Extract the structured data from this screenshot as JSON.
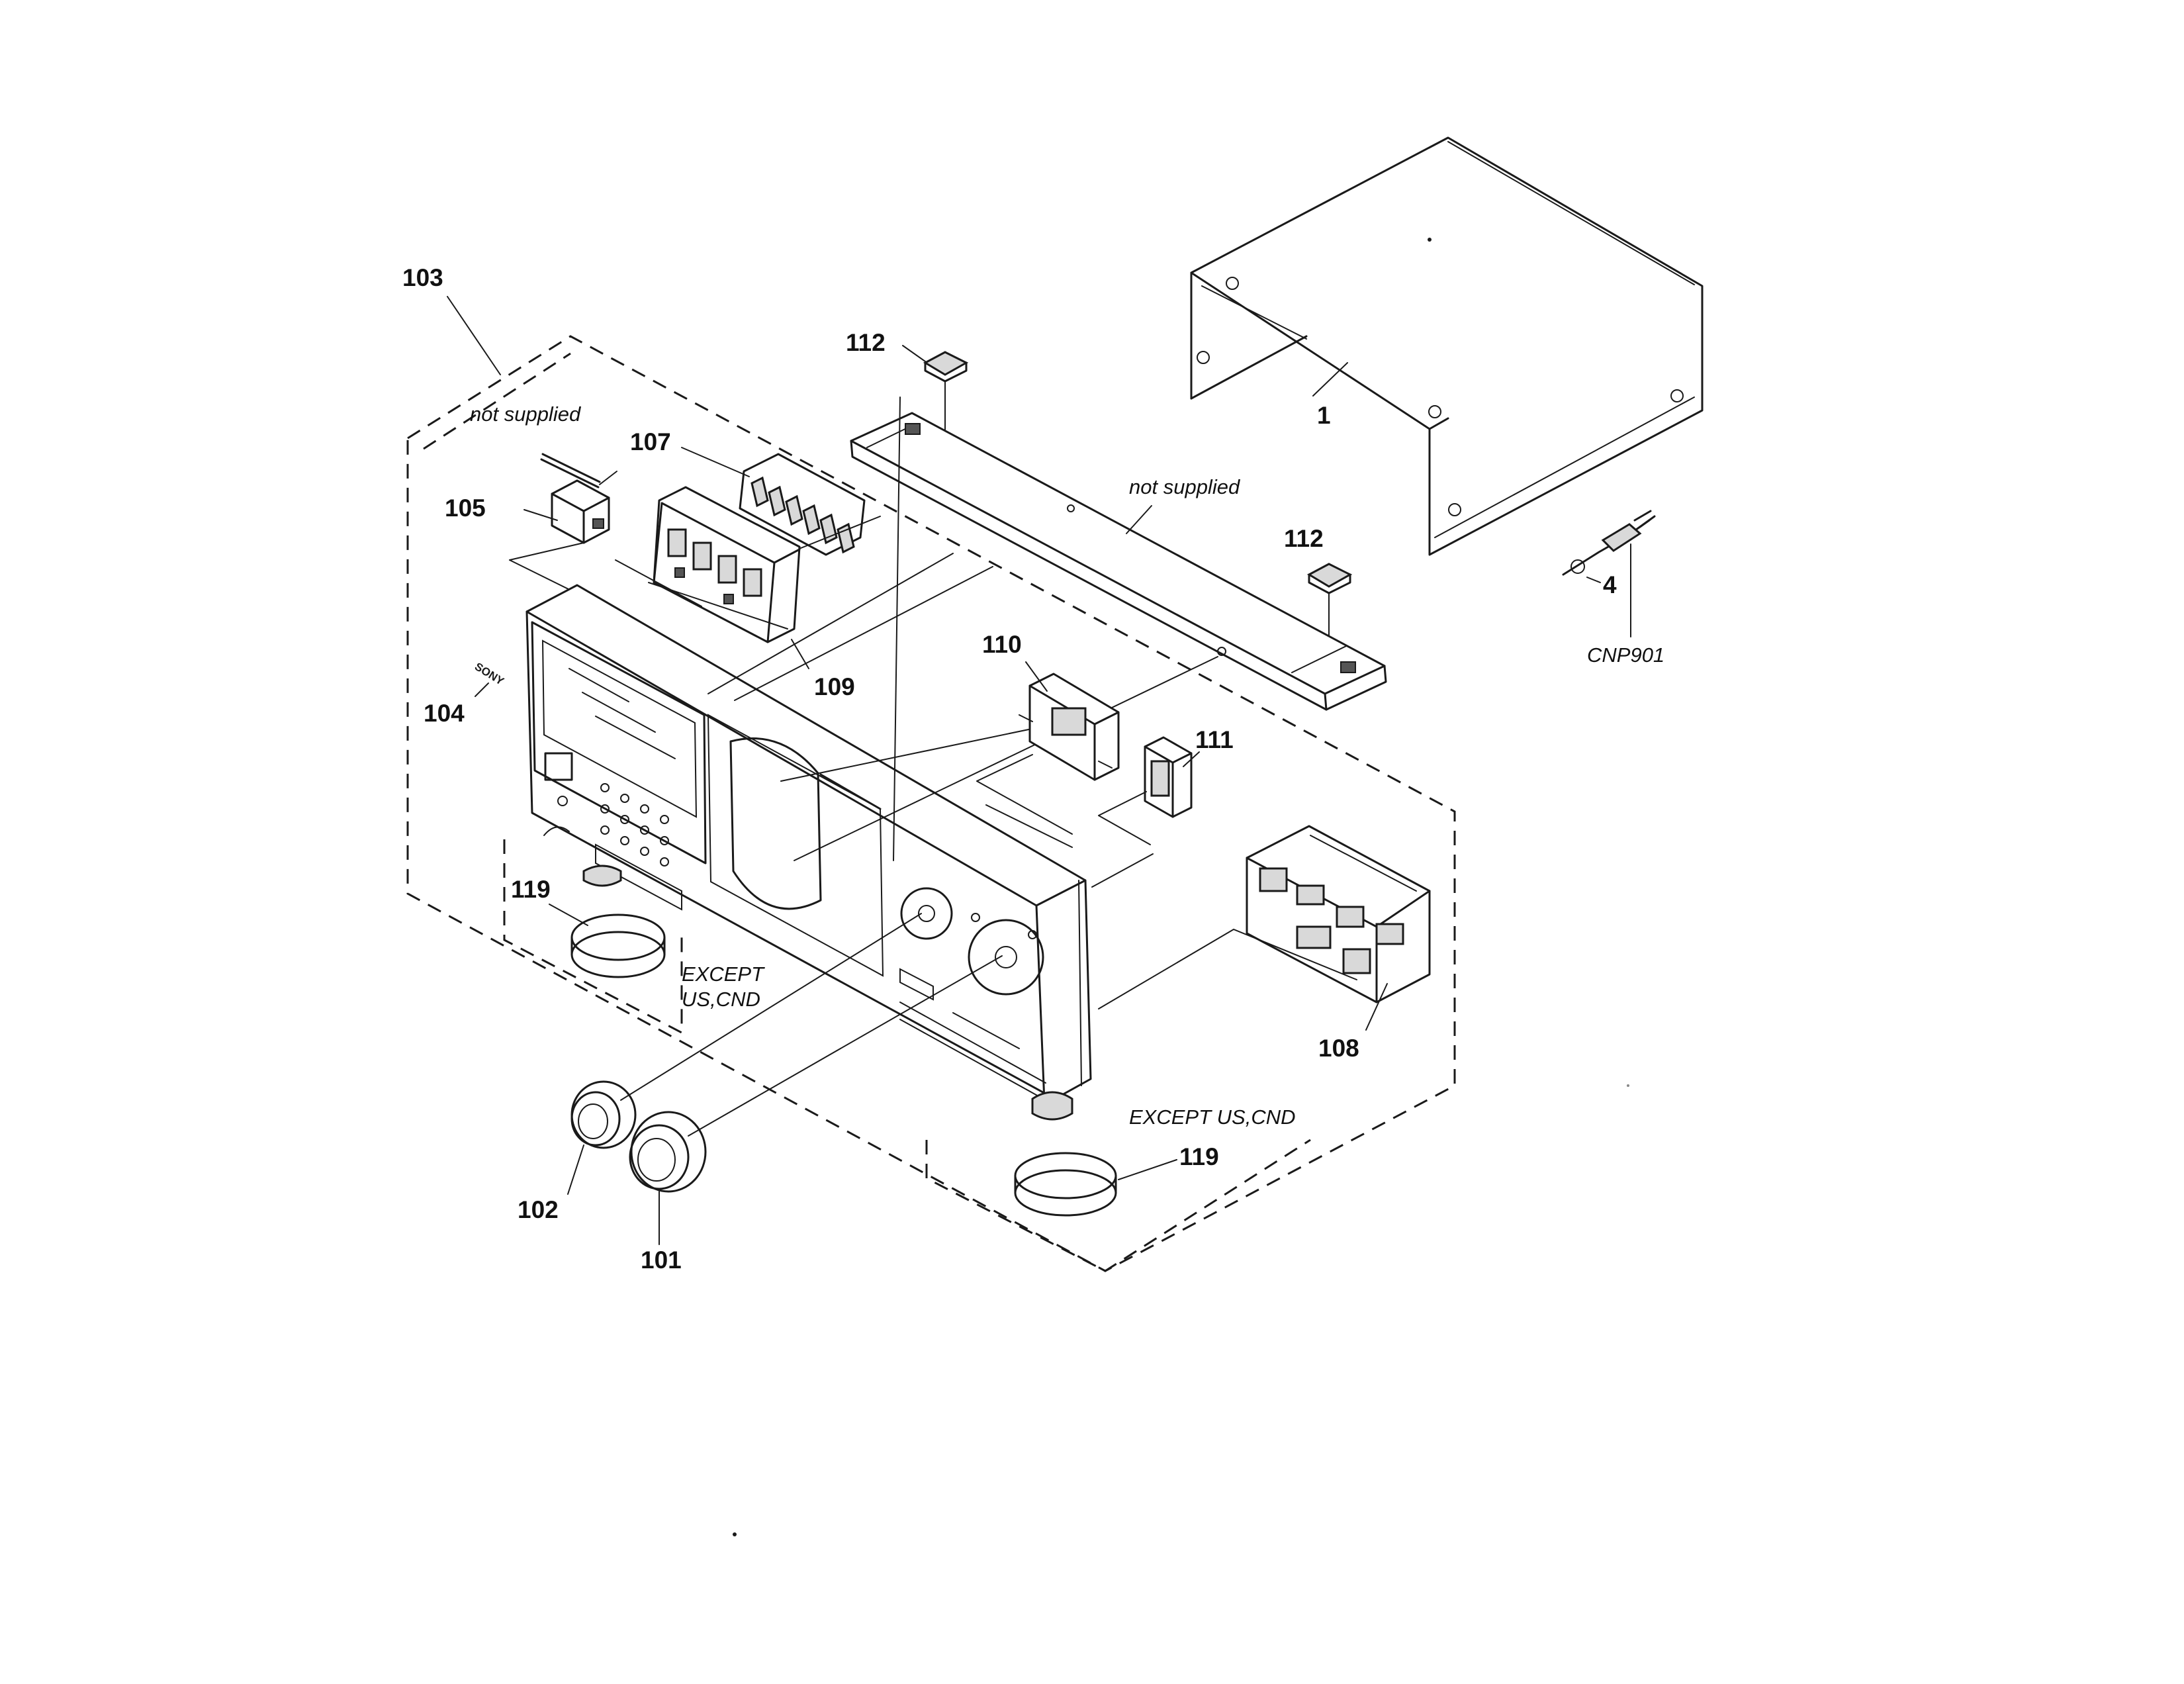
{
  "labels": {
    "p1": "1",
    "p4": "4",
    "p101": "101",
    "p102": "102",
    "p103": "103",
    "p104": "104",
    "p105": "105",
    "p107": "107",
    "p108": "108",
    "p109": "109",
    "p110": "110",
    "p111": "111",
    "p112a": "112",
    "p112b": "112",
    "p119a": "119",
    "p119b": "119",
    "cnp901": "CNP901"
  },
  "notes": {
    "not_supplied_1": "not supplied",
    "not_supplied_2": "not supplied",
    "except_1a": "EXCEPT",
    "except_1b": "US,CND",
    "except_2": "EXCEPT US,CND"
  },
  "logo_text": "SONY"
}
